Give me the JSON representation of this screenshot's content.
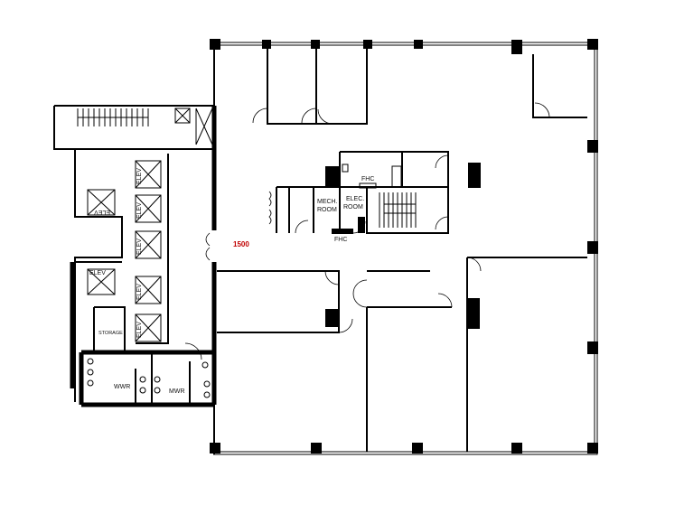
{
  "plan": {
    "suite_number": "1500",
    "suite_color": "#c00000",
    "labels": {
      "mech_room": [
        "MECH.",
        "ROOM"
      ],
      "elec_room": [
        "ELEC.",
        "ROOM"
      ],
      "fhc_top": "FHC",
      "fhc_bottom": "FHC",
      "elev": "ELEV",
      "storage": "STORAGE",
      "womens_restroom": "WWR",
      "mens_restroom": "MWR"
    }
  }
}
